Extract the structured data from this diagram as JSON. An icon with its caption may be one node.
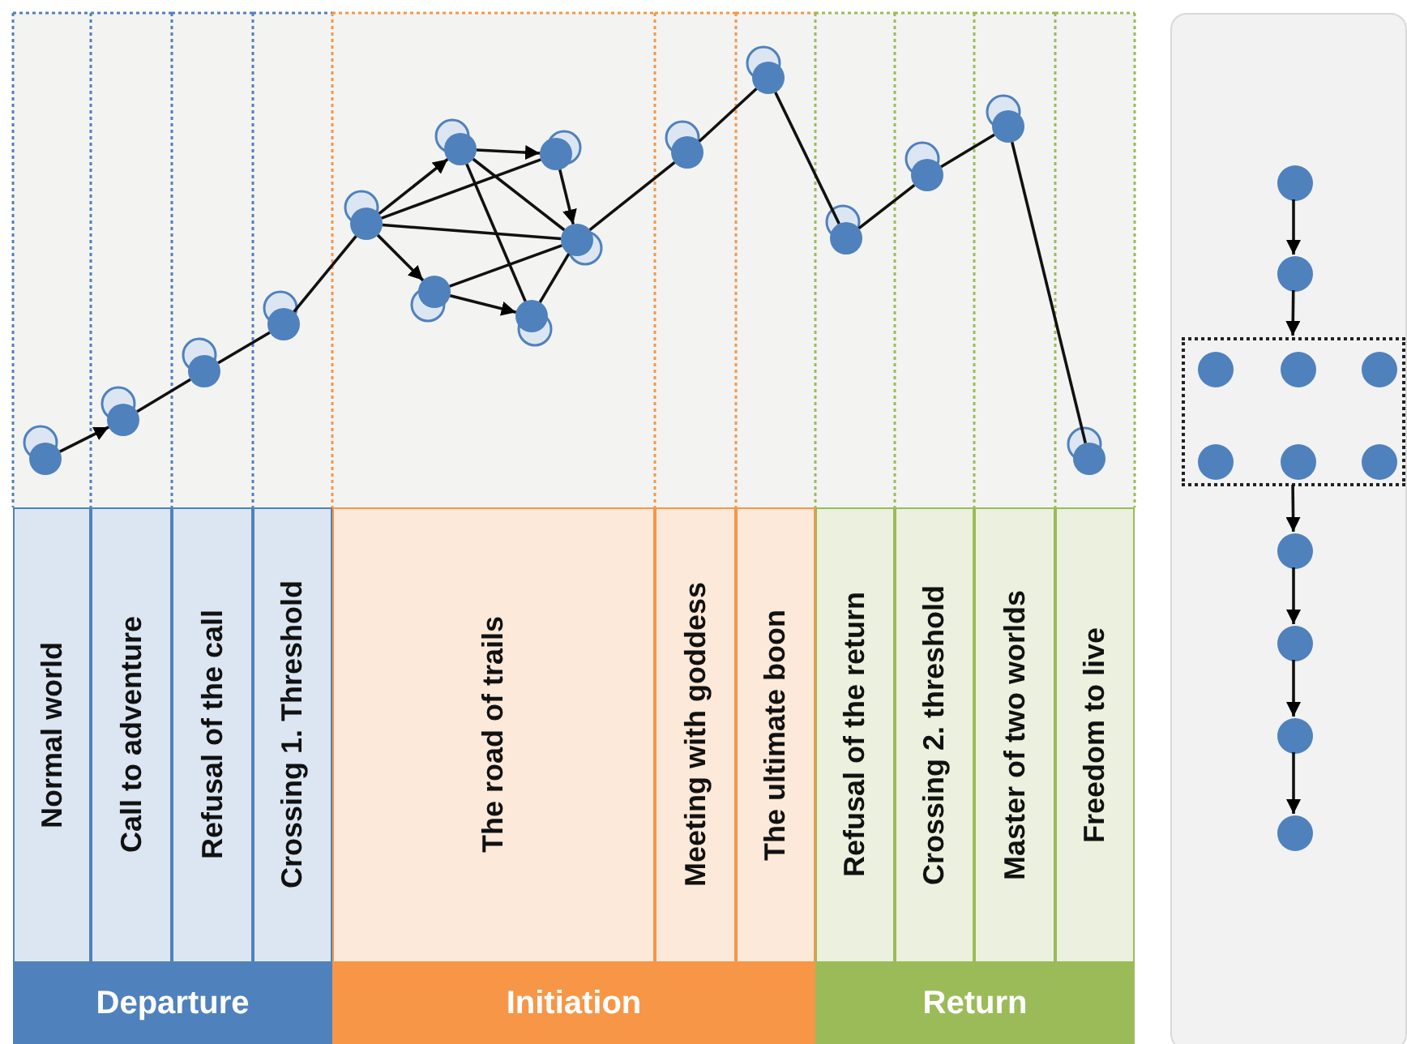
{
  "diagram": {
    "nodes": [
      {
        "text": [
          "Normal world"
        ]
      },
      {
        "text": [
          "Call to adventure"
        ]
      },
      {
        "text": [
          "Refusal of the call"
        ]
      },
      {
        "text": [
          "Crossing 1. Threshold"
        ]
      },
      {
        "text": [
          "The road of trails"
        ]
      },
      {
        "text": [
          "Meeting with goddess"
        ]
      },
      {
        "text": [
          "The ultimate boon"
        ]
      },
      {
        "text": [
          "Refusal of the return"
        ]
      },
      {
        "text": [
          "Crossing 2. threshold"
        ]
      },
      {
        "text": [
          "Master of two worlds"
        ]
      },
      {
        "text": [
          "Freedom to live"
        ]
      },
      {
        "text": [
          "Departure"
        ]
      },
      {
        "text": [
          "Initiation"
        ]
      },
      {
        "text": [
          "Return"
        ]
      },
      {
        "text": [],
        "shape": "circle"
      },
      {
        "text": [],
        "shape": "circle"
      },
      {
        "text": [],
        "shape": "circle"
      },
      {
        "text": [],
        "shape": "circle"
      },
      {
        "text": [],
        "shape": "circle"
      },
      {
        "text": [],
        "shape": "circle"
      },
      {
        "text": [],
        "shape": "circle"
      },
      {
        "text": [],
        "shape": "circle"
      },
      {
        "text": [],
        "shape": "circle"
      },
      {
        "text": [],
        "shape": "circle"
      },
      {
        "text": [],
        "shape": "circle"
      },
      {
        "text": [],
        "shape": "circle"
      },
      {
        "text": [],
        "shape": "circle"
      },
      {
        "text": [],
        "shape": "circle"
      },
      {
        "text": [],
        "shape": "circle"
      },
      {
        "text": [],
        "shape": "circle"
      },
      {
        "text": [],
        "shape": "box"
      },
      {
        "text": [],
        "shape": "circle",
        "in": 30
      },
      {
        "text": [],
        "shape": "circle",
        "in": 30
      },
      {
        "text": [],
        "shape": "box",
        "in": 30
      },
      {
        "text": [],
        "shape": "circle",
        "in": 33
      },
      {
        "text": [],
        "shape": "circle",
        "in": 33
      },
      {
        "text": [],
        "shape": "circle",
        "in": 33
      },
      {
        "text": [],
        "shape": "circle",
        "in": 33
      },
      {
        "text": [],
        "shape": "circle",
        "in": 33
      },
      {
        "text": [],
        "shape": "circle",
        "in": 33
      },
      {
        "text": [],
        "shape": "circle",
        "in": 30
      },
      {
        "text": [],
        "shape": "circle",
        "in": 30
      },
      {
        "text": [],
        "shape": "circle",
        "in": 30
      },
      {
        "text": [],
        "shape": "circle",
        "in": 30
      }
    ],
    "edges": [
      {
        "from": 14,
        "to": 15,
        "arrow": "to"
      },
      {
        "from": 15,
        "to": 16,
        "arrow": "none"
      },
      {
        "from": 16,
        "to": 17,
        "arrow": "none"
      },
      {
        "from": 17,
        "to": 18,
        "arrow": "none"
      },
      {
        "from": 18,
        "to": 19,
        "arrow": "to"
      },
      {
        "from": 18,
        "to": 21,
        "arrow": "to"
      },
      {
        "from": 18,
        "to": 20,
        "arrow": "none"
      },
      {
        "from": 18,
        "to": 22,
        "arrow": "none"
      },
      {
        "from": 19,
        "to": 20,
        "arrow": "to"
      },
      {
        "from": 20,
        "to": 22,
        "arrow": "to"
      },
      {
        "from": 21,
        "to": 23,
        "arrow": "to"
      },
      {
        "from": 21,
        "to": 22,
        "arrow": "none"
      },
      {
        "from": 19,
        "to": 22,
        "arrow": "none"
      },
      {
        "from": 19,
        "to": 23,
        "arrow": "none"
      },
      {
        "from": 23,
        "to": 22,
        "arrow": "none"
      },
      {
        "from": 22,
        "to": 24,
        "arrow": "none"
      },
      {
        "from": 24,
        "to": 25,
        "arrow": "none"
      },
      {
        "from": 25,
        "to": 26,
        "arrow": "none"
      },
      {
        "from": 26,
        "to": 27,
        "arrow": "none"
      },
      {
        "from": 27,
        "to": 28,
        "arrow": "none"
      },
      {
        "from": 28,
        "to": 29,
        "arrow": "none"
      },
      {
        "from": 31,
        "to": 32,
        "arrow": "to"
      },
      {
        "from": 32,
        "to": 33,
        "arrow": "to"
      },
      {
        "from": 33,
        "to": 40,
        "arrow": "to"
      },
      {
        "from": 40,
        "to": 41,
        "arrow": "to"
      },
      {
        "from": 41,
        "to": 42,
        "arrow": "to"
      },
      {
        "from": 42,
        "to": 43,
        "arrow": "to"
      }
    ]
  }
}
